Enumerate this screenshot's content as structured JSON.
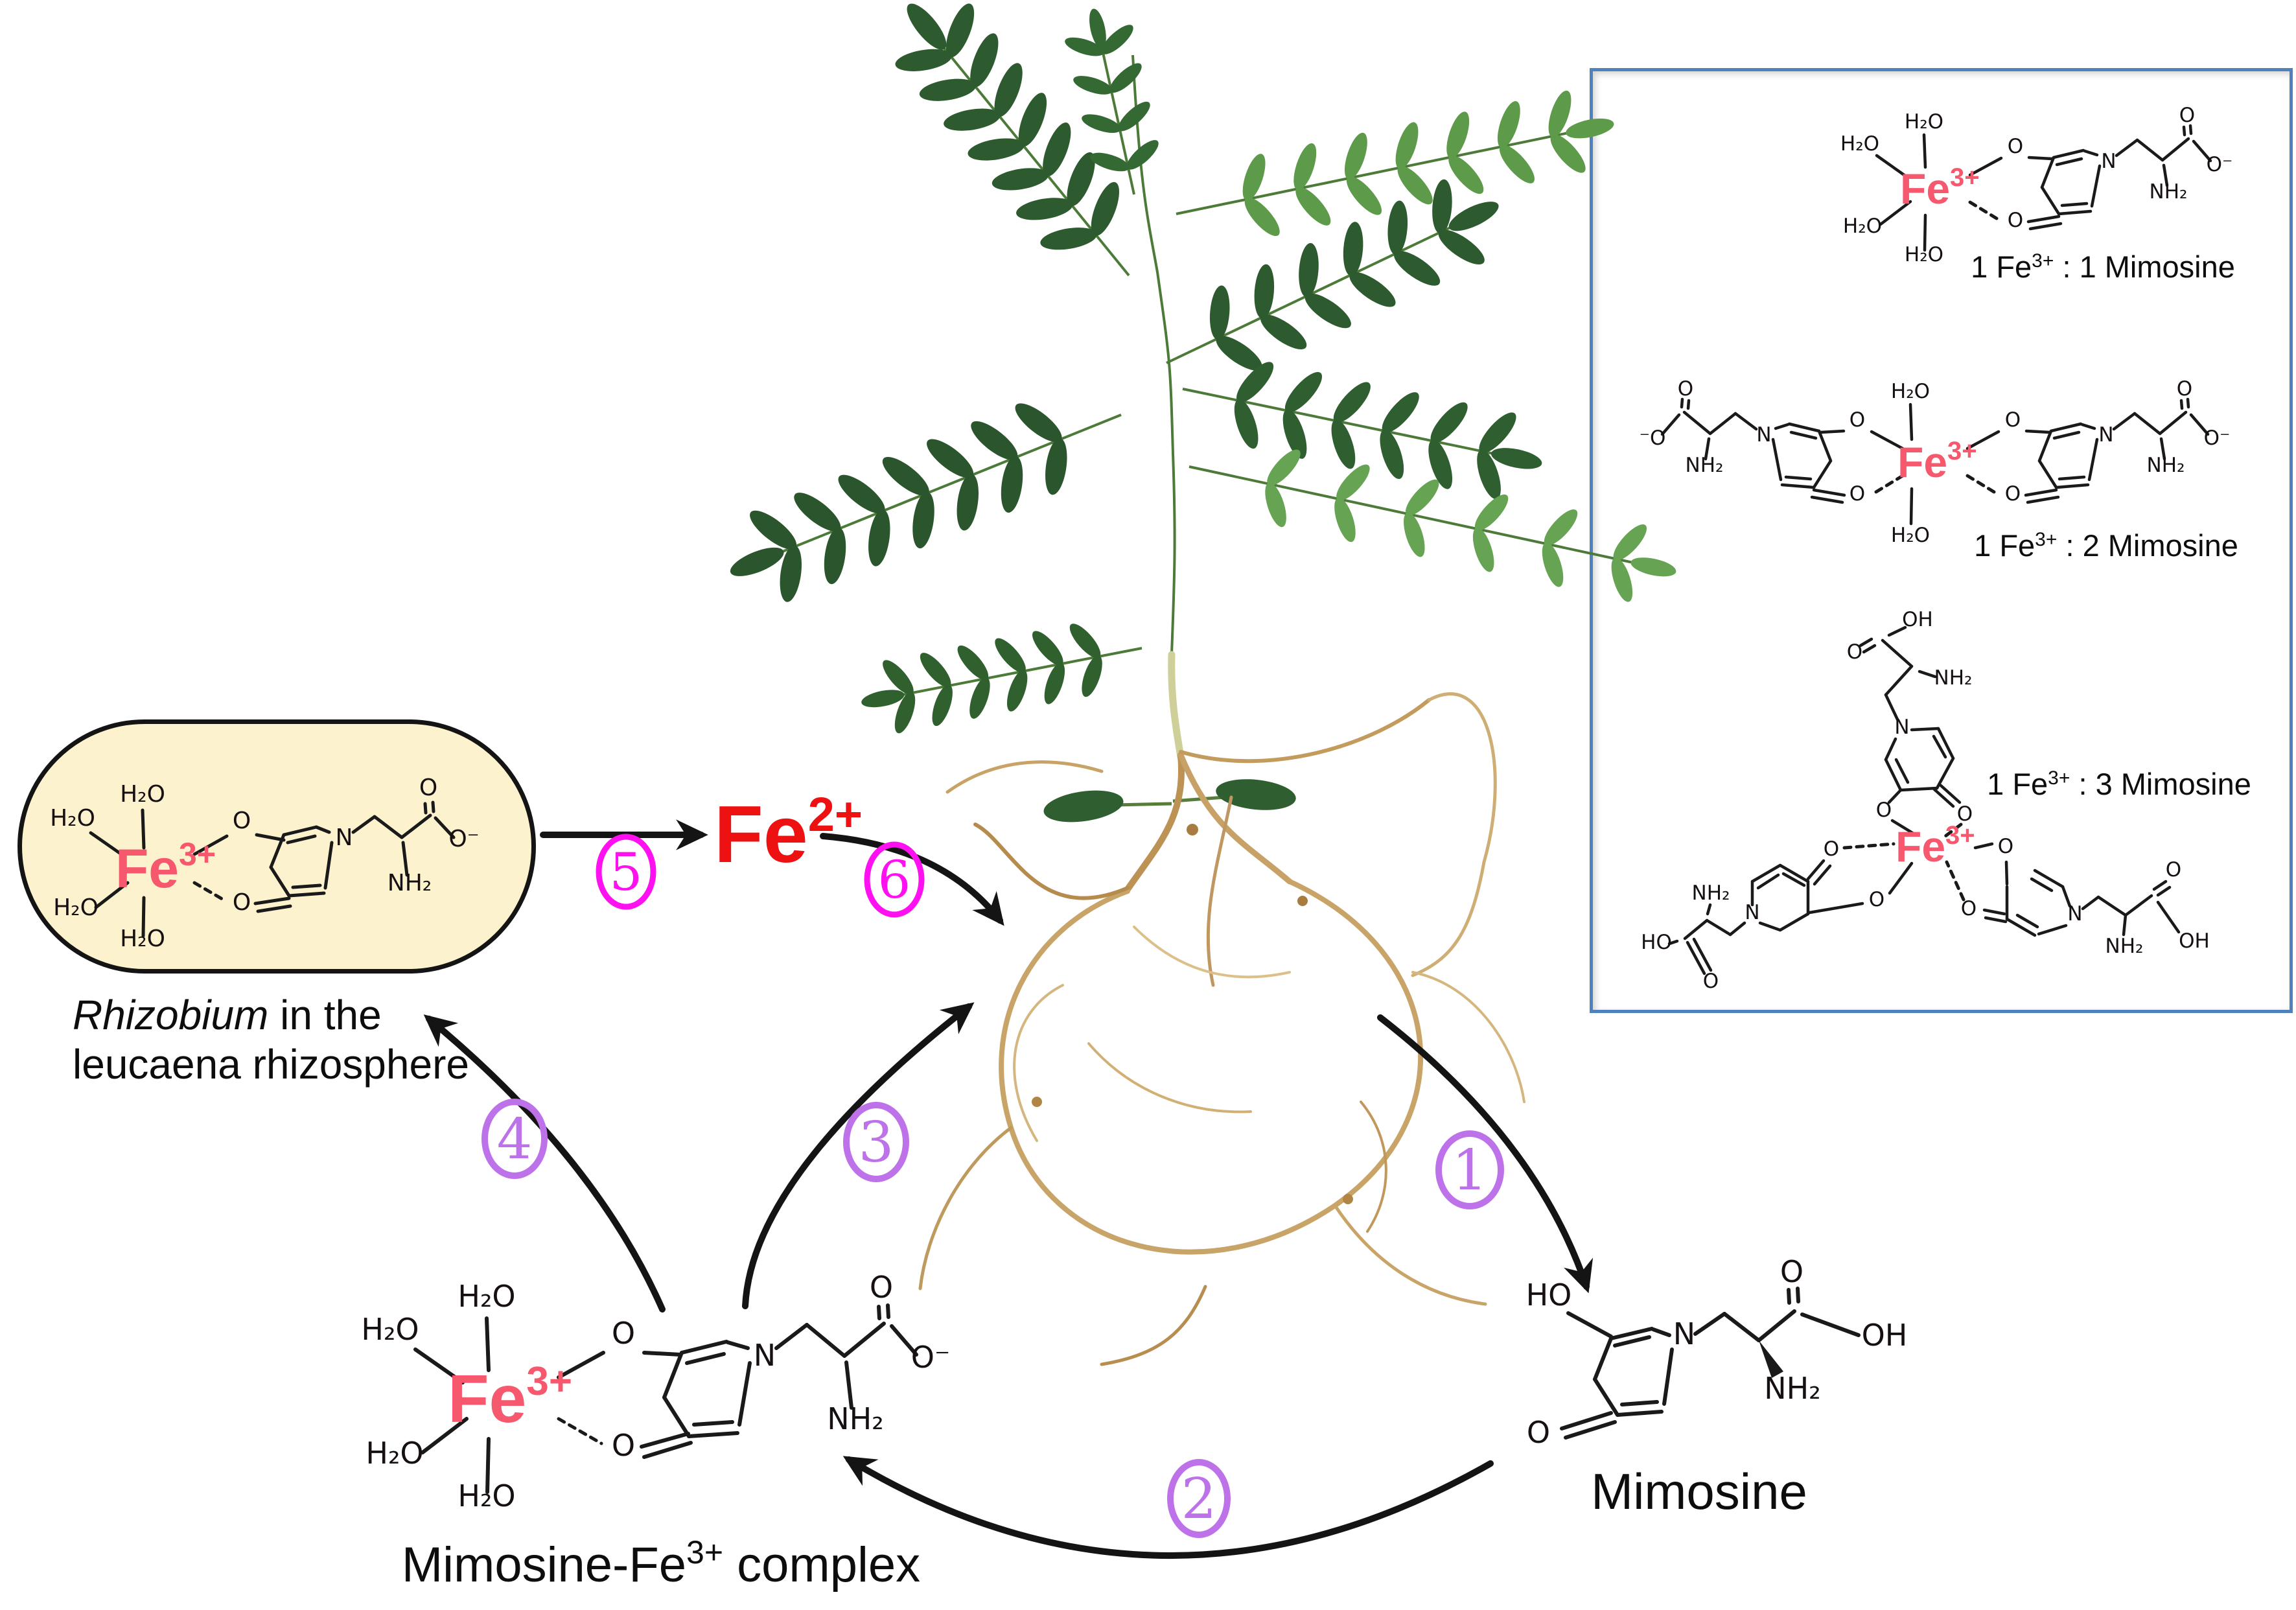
{
  "colors": {
    "background": "#ffffff",
    "fe3_text": "#f6586e",
    "fe2_text": "#ee1111",
    "step_circle_purple": "#be72e9",
    "step_circle_magenta": "#ff10f0",
    "bubble_fill": "#fcf2cd",
    "bubble_border": "#141414",
    "inset_box_border": "#4f81bd",
    "arrow": "#141414",
    "bond": "#1a1a1a",
    "leaf_dark_green": "#2d5a2f",
    "leaf_light_green": "#5d9a49",
    "stem_green": "#7f9c52",
    "root_tan": "#c7a166"
  },
  "atoms": {
    "h2o": "H₂O",
    "o": "O",
    "o_minus": "O⁻",
    "minus_o": "⁻O",
    "n": "N",
    "nh2": "NH₂",
    "oh": "OH",
    "ho": "HO"
  },
  "ions": {
    "fe": "Fe",
    "sup3": "3+",
    "sup2": "2+"
  },
  "inset": {
    "ratios": [
      {
        "pre": "1 Fe",
        "sup": "3+",
        "post": " : 1 Mimosine"
      },
      {
        "pre": "1 Fe",
        "sup": "3+",
        "post": " : 2 Mimosine"
      },
      {
        "pre": "1 Fe",
        "sup": "3+",
        "post": " : 3 Mimosine"
      }
    ]
  },
  "rhizobium_caption": {
    "italic": "Rhizobium",
    "rest": " in the",
    "line2": "leucaena rhizosphere"
  },
  "complex_caption": {
    "pre": "Mimosine-Fe",
    "sup": "3+",
    "post": " complex"
  },
  "mimosine_caption": "Mimosine",
  "steps": [
    {
      "num": "1"
    },
    {
      "num": "2"
    },
    {
      "num": "3"
    },
    {
      "num": "4"
    },
    {
      "num": "5"
    },
    {
      "num": "6"
    }
  ]
}
